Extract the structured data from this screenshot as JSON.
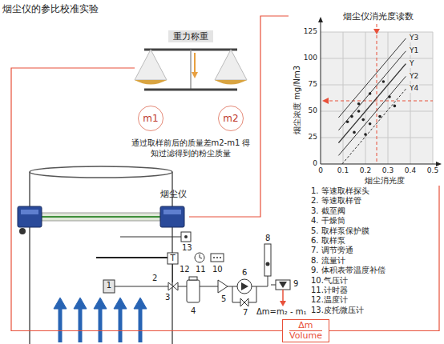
{
  "diagram": {
    "title": "烟尘仪的参比校准实验",
    "nodes": [
      {
        "text": [
          "重力称重"
        ]
      },
      {
        "text": [
          "m1"
        ]
      },
      {
        "text": [
          "m2"
        ]
      },
      {
        "text": [
          "烟尘仪消光度读数"
        ]
      },
      {
        "text": [
          "烟尘仪"
        ]
      },
      {
        "text": [
          "Δm",
          "Volume"
        ]
      }
    ],
    "edges": [
      {
        "from": 0,
        "to": 5,
        "arrow": "none"
      },
      {
        "from": 4,
        "to": 3,
        "arrow": "none"
      },
      {
        "from": 5,
        "to": 3,
        "arrow": "none"
      }
    ],
    "labels": [
      "通过取样前后的质量差m2-m1 得知过滤得到的粉尘质量",
      "烟尘浓度 mg/Nm3",
      "烟尘消光度",
      "125",
      "100",
      "75",
      "50",
      "25",
      "0",
      "0",
      "0.1",
      "0.2",
      "0.3",
      "0.4",
      "0.5",
      "Y3",
      "Y1",
      "Y",
      "Y2",
      "Y4",
      "1. 等速取样探头",
      "2. 等速取样管",
      "3. 截至阀",
      "4. 干燥筒",
      "5. 取样泵保护膜",
      "6. 取样泵",
      "7. 调节旁通",
      "8. 流量计",
      "9. 体积表带温度补偿",
      "10.气压计",
      "11.计时器",
      "12.温度计",
      "13.皮托微压计",
      "Δm=m₂ - m₁",
      "1",
      "2",
      "3",
      "4",
      "5",
      "6",
      "7",
      "8",
      "9",
      "10",
      "11",
      "12",
      "13",
      "T"
    ]
  }
}
